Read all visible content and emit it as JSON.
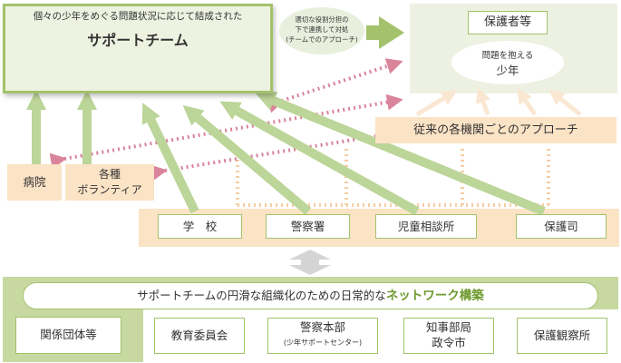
{
  "team": {
    "subtitle": "個々の少年をめぐる問題状況に応じて結成された",
    "title": "サポートチーム",
    "members": [
      {
        "color": "#bcc6a8"
      },
      {
        "color": "#bcc6a8"
      },
      {
        "color": "#a9acd1"
      },
      {
        "color": "#a9acd1"
      },
      {
        "color": "#a9acd1"
      },
      {
        "color": "#a9acd1"
      }
    ]
  },
  "note": {
    "line1": "適切な役割分担の",
    "line2": "下で連携して対処",
    "line3": "(チームでのアプローチ)"
  },
  "guardian": {
    "label": "保護者等",
    "youth_line1": "問題を抱える",
    "youth_line2": "少年"
  },
  "traditional": {
    "label": "従来の各機関ごとのアプローチ"
  },
  "side": {
    "hospital": "病院",
    "volunteer_line1": "各種",
    "volunteer_line2": "ボランティア"
  },
  "agencies": [
    "学　校",
    "警察署",
    "児童相談所",
    "保護司"
  ],
  "network": {
    "prefix": "サポートチームの円滑な組織化のための日常的な",
    "highlight": "ネットワーク構築",
    "left_box": "関係団体等",
    "boxes": {
      "education": "教育委員会",
      "police_hq": "警察本部",
      "police_hq_sub": "(少年サポートセンター)",
      "governor_line1": "知事部局",
      "governor_line2": "政令市",
      "probation": "保護観察所"
    }
  },
  "colors": {
    "green_arrow": "#bcd598",
    "pink_arrow": "#d9849b",
    "peach_dots": "#f5cda5",
    "frame_green": "#a3c26b",
    "panel_green": "#c7d9a1",
    "peach_fill": "#fbe3c6",
    "gray_arrow": "#d4d4d4"
  }
}
